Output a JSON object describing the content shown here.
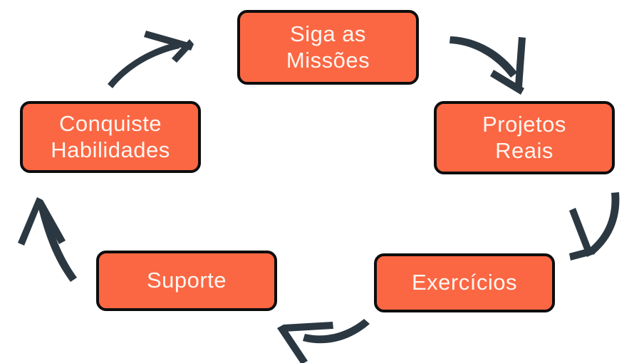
{
  "diagram": {
    "type": "cycle",
    "title": "",
    "background_color": "#ffffff",
    "node_fill_color": "#fb6743",
    "node_border_color": "#0d0d0d",
    "node_text_color": "#fdf6f2",
    "arrow_color": "#2b3842",
    "nodes": [
      {
        "id": "missoes",
        "label": "Siga as\nMissões",
        "position": "top"
      },
      {
        "id": "projetos",
        "label": "Projetos\nReais",
        "position": "right-top"
      },
      {
        "id": "exercicios",
        "label": "Exercícios",
        "position": "right-bottom"
      },
      {
        "id": "suporte",
        "label": "Suporte",
        "position": "left-bottom"
      },
      {
        "id": "conquiste",
        "label": "Conquiste\nHabilidades",
        "position": "left-top"
      }
    ],
    "arrows": [
      {
        "id": "arrow-conquiste-to-missoes",
        "from": "conquiste",
        "to": "missoes",
        "direction": "up-right"
      },
      {
        "id": "arrow-missoes-to-projetos",
        "from": "missoes",
        "to": "projetos",
        "direction": "down-right"
      },
      {
        "id": "arrow-projetos-to-exercicios",
        "from": "projetos",
        "to": "exercicios",
        "direction": "down-left"
      },
      {
        "id": "arrow-exercicios-to-suporte",
        "from": "exercicios",
        "to": "suporte",
        "direction": "left-up"
      },
      {
        "id": "arrow-suporte-to-conquiste",
        "from": "suporte",
        "to": "conquiste",
        "direction": "up"
      }
    ]
  }
}
